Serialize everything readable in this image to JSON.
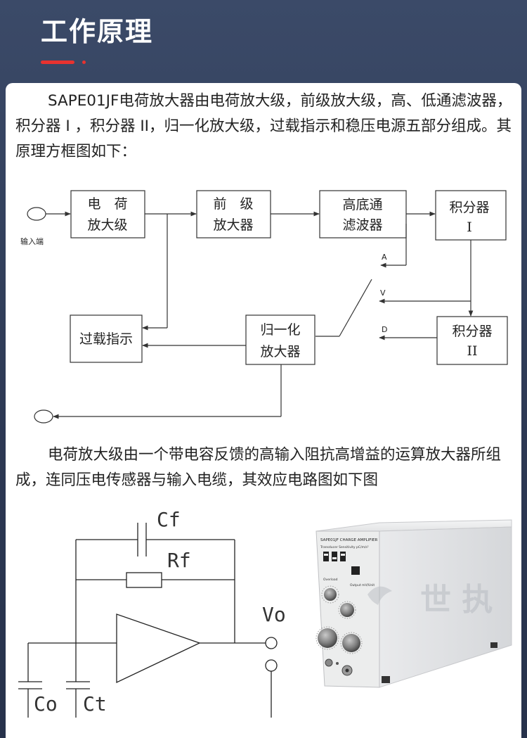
{
  "header": {
    "title": "工作原理"
  },
  "intro": {
    "paragraph": "SAPE01JF电荷放大器由电荷放大级，前级放大级，高、低通滤波器，积分器 I ，积分器 II，归一化放大级，过载指示和稳压电源五部分组成。其原理方框图如下："
  },
  "block_diagram": {
    "input_label": "输入端",
    "blocks": {
      "charge_amp": [
        "电　荷",
        "放大级"
      ],
      "pre_amp": [
        "前　级",
        "放大器"
      ],
      "filter": [
        "高底通",
        "滤波器"
      ],
      "integrator1": [
        "积分器",
        "I"
      ],
      "integrator2": [
        "积分器",
        "II"
      ],
      "normalize": [
        "归一化",
        "放大器"
      ],
      "overload": "过载指示"
    },
    "tap_labels": {
      "a": "A",
      "v": "V",
      "d": "D"
    }
  },
  "second": {
    "paragraph": "电荷放大级由一个带电容反馈的高输入阻抗高增益的运算放大器所组成，连同压电传感器与输入电缆，其效应电路图如下图"
  },
  "circuit": {
    "cf_label": "Cf",
    "rf_label": "Rf",
    "vo_label": "Vo",
    "co_label": "Co",
    "ct_label": "Ct"
  },
  "product": {
    "panel_title": "SAPE01JF CHARGE AMPLIFIER",
    "panel_subtitle": "Transducer Sensitivity pC/m/s²",
    "overload_label": "Overload",
    "output_label": "Output mV/Unit",
    "watermark": "世 执"
  }
}
